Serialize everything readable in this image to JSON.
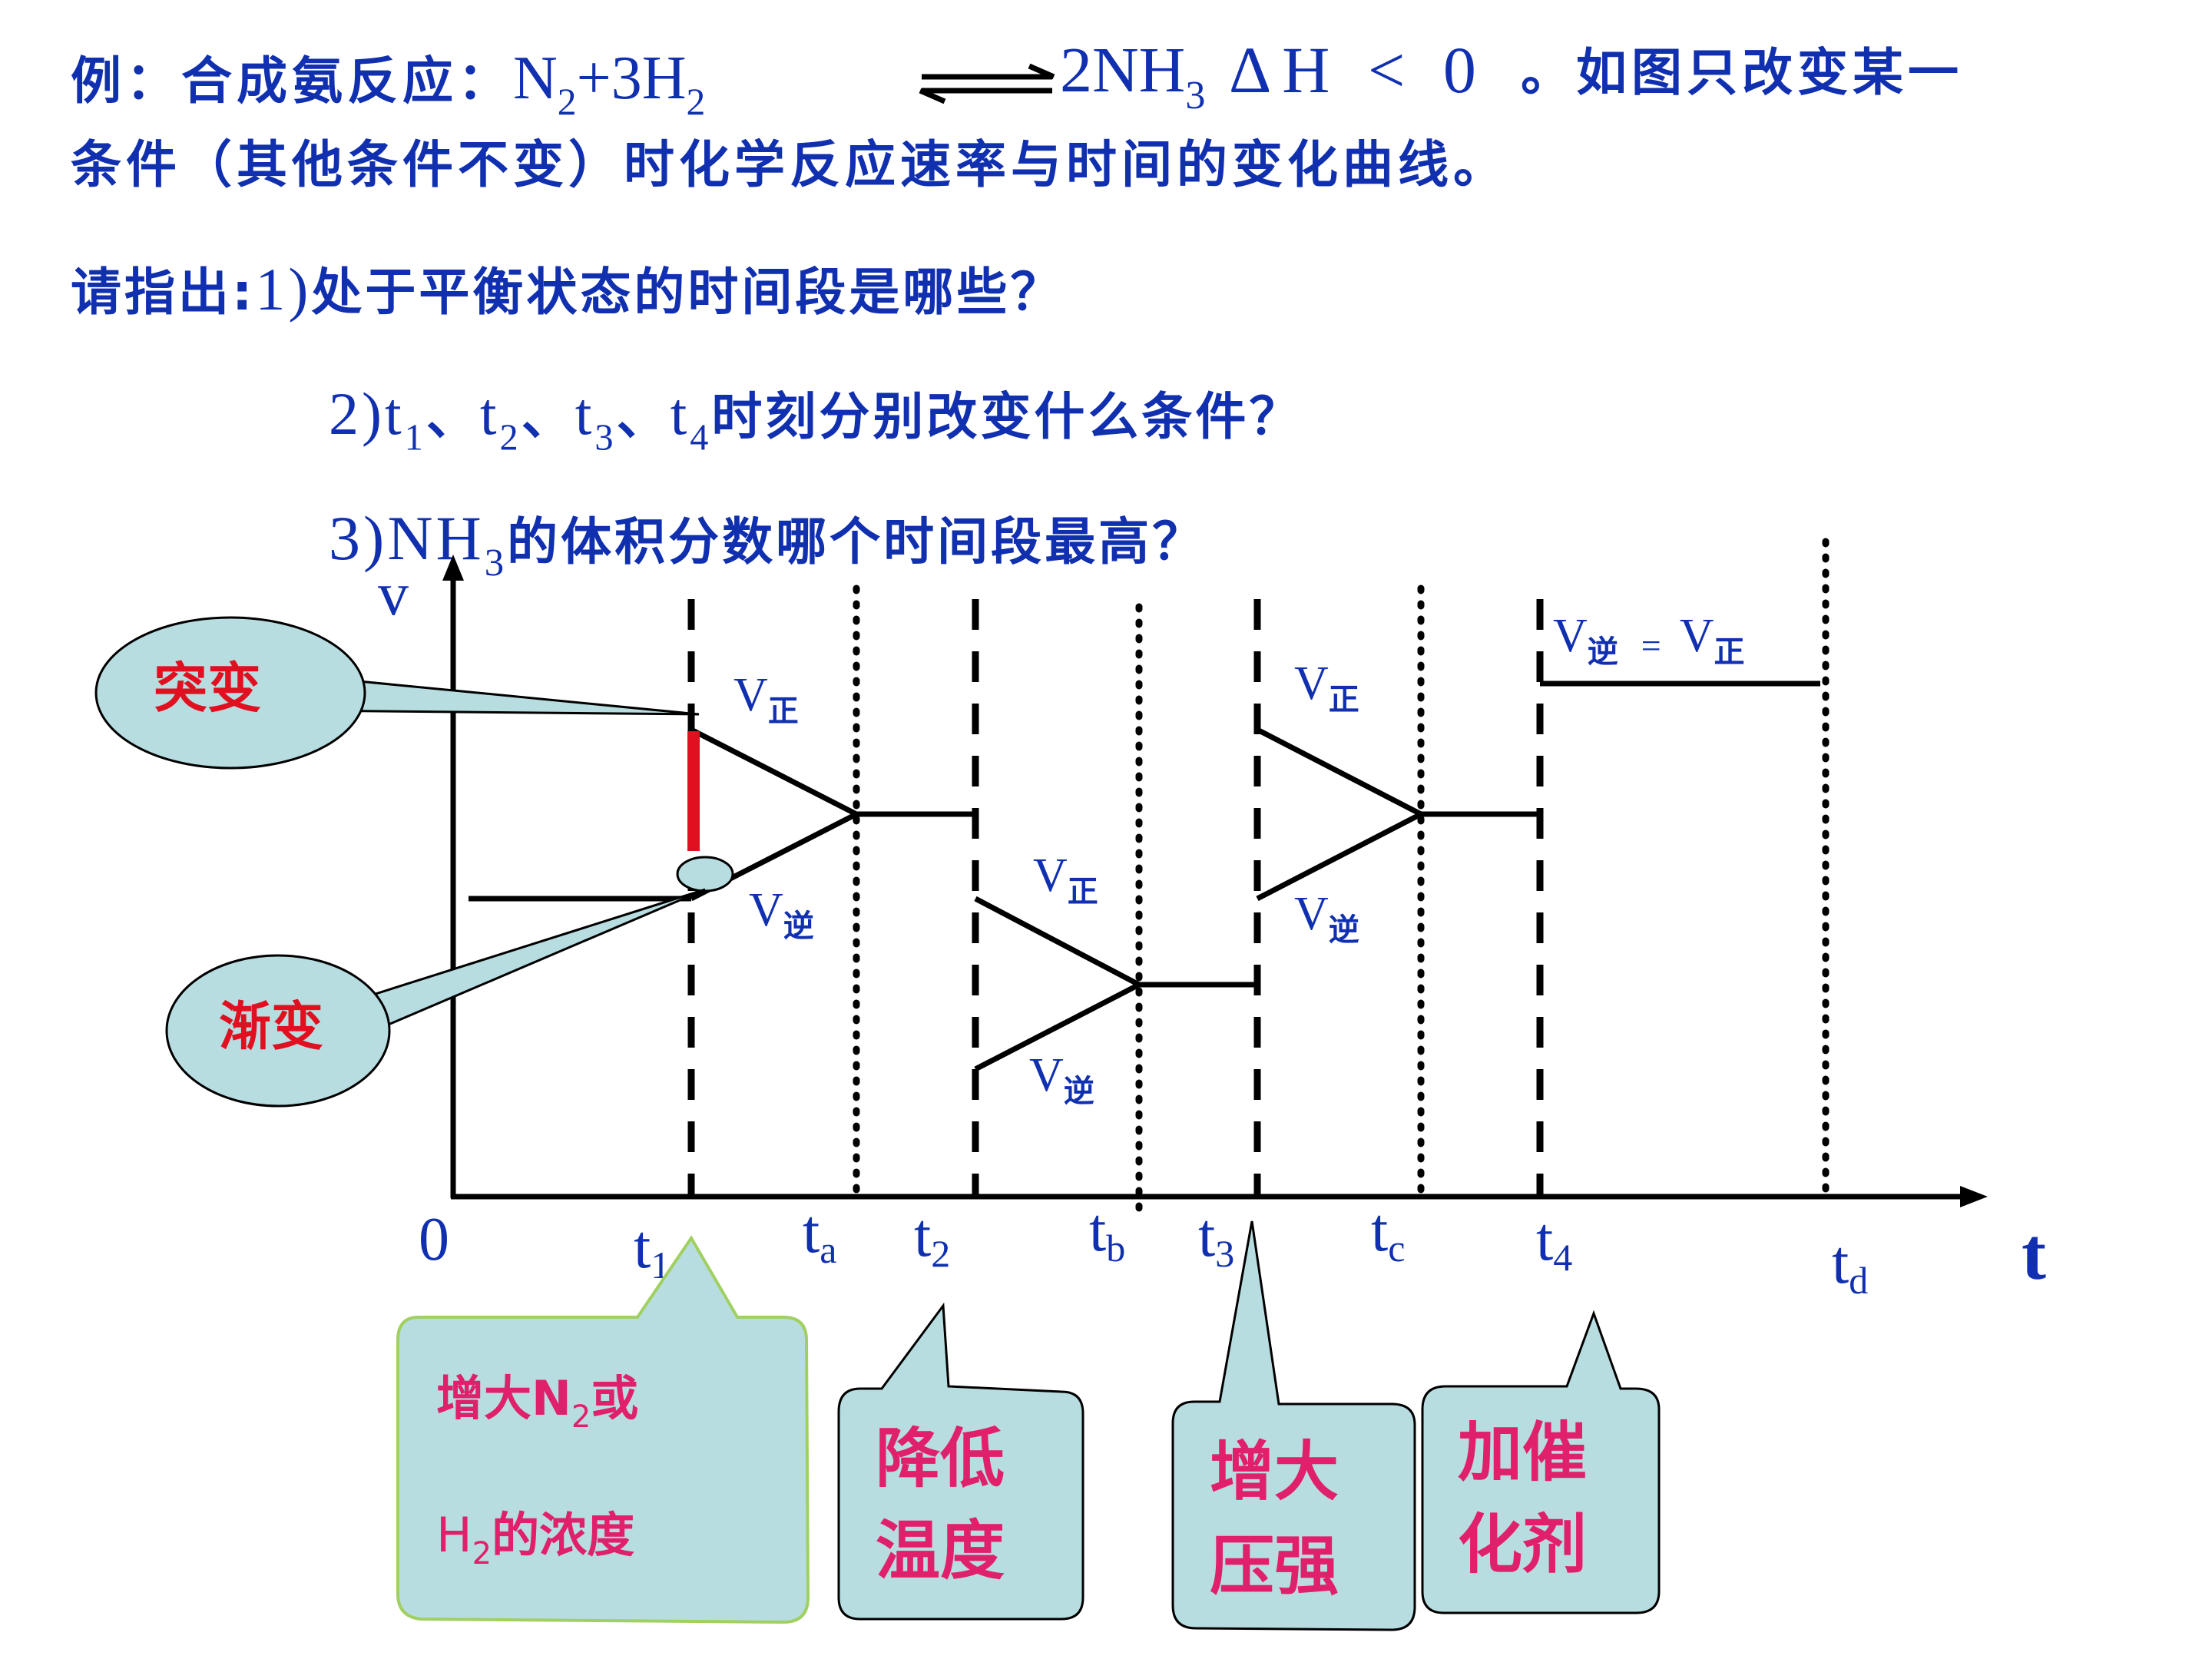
{
  "header": {
    "line1_prefix": "例：合成氨反应：",
    "eq_n": "N",
    "eq_n_sub": "2",
    "eq_plus": "+3H",
    "eq_h_sub": "2",
    "eq_product": "2NH",
    "eq_product_sub": "3",
    "eq_dh": "ΔH < 0",
    "line1_suffix": "。如图只改变某一",
    "line2": "条件（其他条件不变）时化学反应速率与时间的变化曲线。"
  },
  "questions": {
    "prefix": "请指出:",
    "q1_num": "1)",
    "q1_text": "处于平衡状态的时间段是哪些？",
    "q2_num": "2)",
    "q2_t": "t",
    "q2_sub1": "1",
    "q2_sep": "、",
    "q2_sub2": "2",
    "q2_sub3": "3",
    "q2_sub4": "4",
    "q2_text": "时刻分别改变什么条件？",
    "q3_num": "3)",
    "q3_nh": "NH",
    "q3_sub": "3",
    "q3_text": "的体积分数哪个时间段最高？"
  },
  "chart": {
    "y_axis_label": "v",
    "x_axis_label": "t",
    "origin": "0",
    "time_labels": [
      {
        "name": "t",
        "sub": "1"
      },
      {
        "name": "t",
        "sub": "a"
      },
      {
        "name": "t",
        "sub": "2"
      },
      {
        "name": "t",
        "sub": "b"
      },
      {
        "name": "t",
        "sub": "3"
      },
      {
        "name": "t",
        "sub": "c"
      },
      {
        "name": "t",
        "sub": "4"
      },
      {
        "name": "t",
        "sub": "d"
      }
    ],
    "v": "V",
    "zheng": "正",
    "ni": "逆",
    "equals": "=",
    "line_color": "#000000",
    "highlight_color": "#e01020"
  },
  "callouts": {
    "sudden": "突变",
    "gradual": "渐变",
    "c1_line1_a": "增大N",
    "c1_line1_sub": "2",
    "c1_line1_b": "或",
    "c1_line2_a": "H",
    "c1_line2_sub": "2",
    "c1_line2_b": "的浓度",
    "c2_line1": "降低",
    "c2_line2": "温度",
    "c3_line1": "增大",
    "c3_line2": "压强",
    "c4_line1": "加催",
    "c4_line2": "化剂",
    "bubble_fill": "#b8dde0",
    "callout_border": "#a0d060",
    "text_color": "#e8206a"
  }
}
